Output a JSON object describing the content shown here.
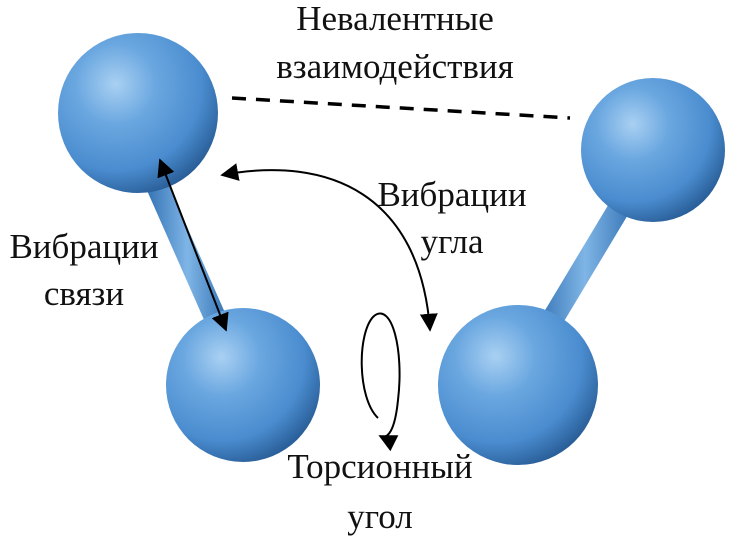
{
  "colors": {
    "atom": "#4a8ccf",
    "atom_highlight": "#a9d0f2",
    "atom_shadow": "#2a5f99",
    "bond": "#4a8ccf",
    "line": "#000000"
  },
  "labels": {
    "nonvalent": [
      "Невалентные",
      "взаимодействия"
    ],
    "bond_vibration": [
      "Вибрации",
      "связи"
    ],
    "angle_vibration": [
      "Вибрации",
      "угла"
    ],
    "torsion": [
      "Торсионный",
      "угол"
    ]
  }
}
